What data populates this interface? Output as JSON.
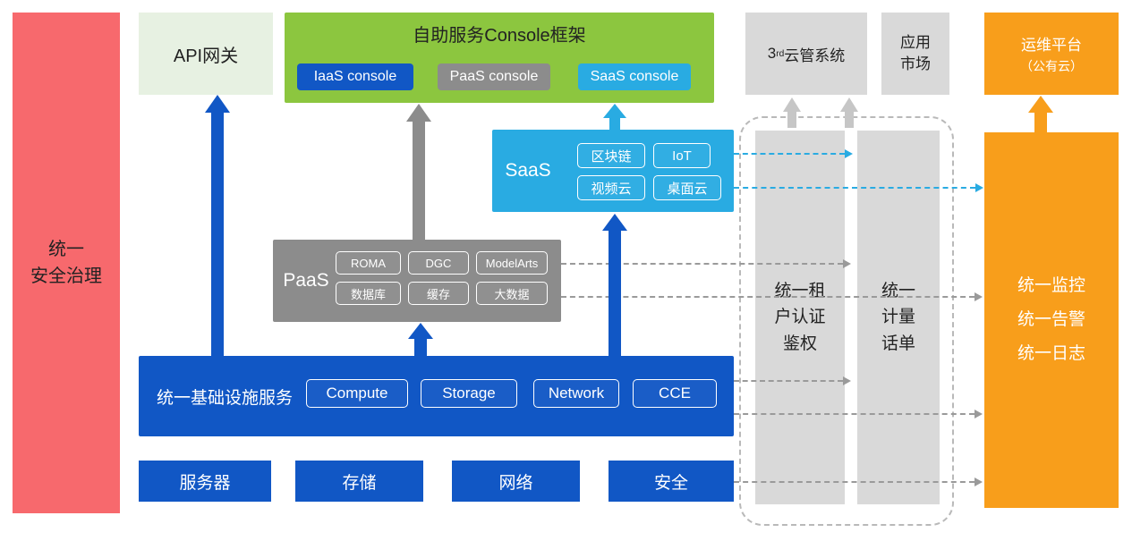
{
  "security_bar": {
    "label": "统一\n安全治理"
  },
  "api_gateway": {
    "label": "API网关"
  },
  "console_frame": {
    "title": "自助服务Console框架",
    "iaas_console": "IaaS console",
    "paas_console": "PaaS console",
    "saas_console": "SaaS console"
  },
  "third_cloud": {
    "prefix": "3",
    "sup": "rd",
    "suffix": "云管系统"
  },
  "app_market": {
    "label": "应用\n市场"
  },
  "ops_platform": {
    "line1": "运维平台",
    "line2": "（公有云）"
  },
  "saas_box": {
    "label": "SaaS",
    "items": [
      "区块链",
      "IoT",
      "视频云",
      "桌面云"
    ]
  },
  "paas_box": {
    "label": "PaaS",
    "items": [
      "ROMA",
      "DGC",
      "ModelArts",
      "数据库",
      "缓存",
      "大数据"
    ]
  },
  "infra_box": {
    "label": "统一基础设施服务",
    "items": [
      "Compute",
      "Storage",
      "Network",
      "CCE"
    ]
  },
  "hardware_row": {
    "items": [
      "服务器",
      "存储",
      "网络",
      "安全"
    ]
  },
  "pipes": {
    "auth": "统一租\n户认证\n鉴权",
    "metering": "统一\n计量\n话单",
    "monitoring": "统一监控\n统一告警\n统一日志"
  },
  "colors": {
    "red": "#F7696D",
    "green": "#8CC63F",
    "pale_green": "#E7F1E2",
    "blue": "#1157C5",
    "cyan": "#29ABE2",
    "gray": "#8C8C8C",
    "light_gray": "#D9D9D9",
    "orange": "#F89E1B",
    "connector_gray": "#9A9A9A"
  }
}
